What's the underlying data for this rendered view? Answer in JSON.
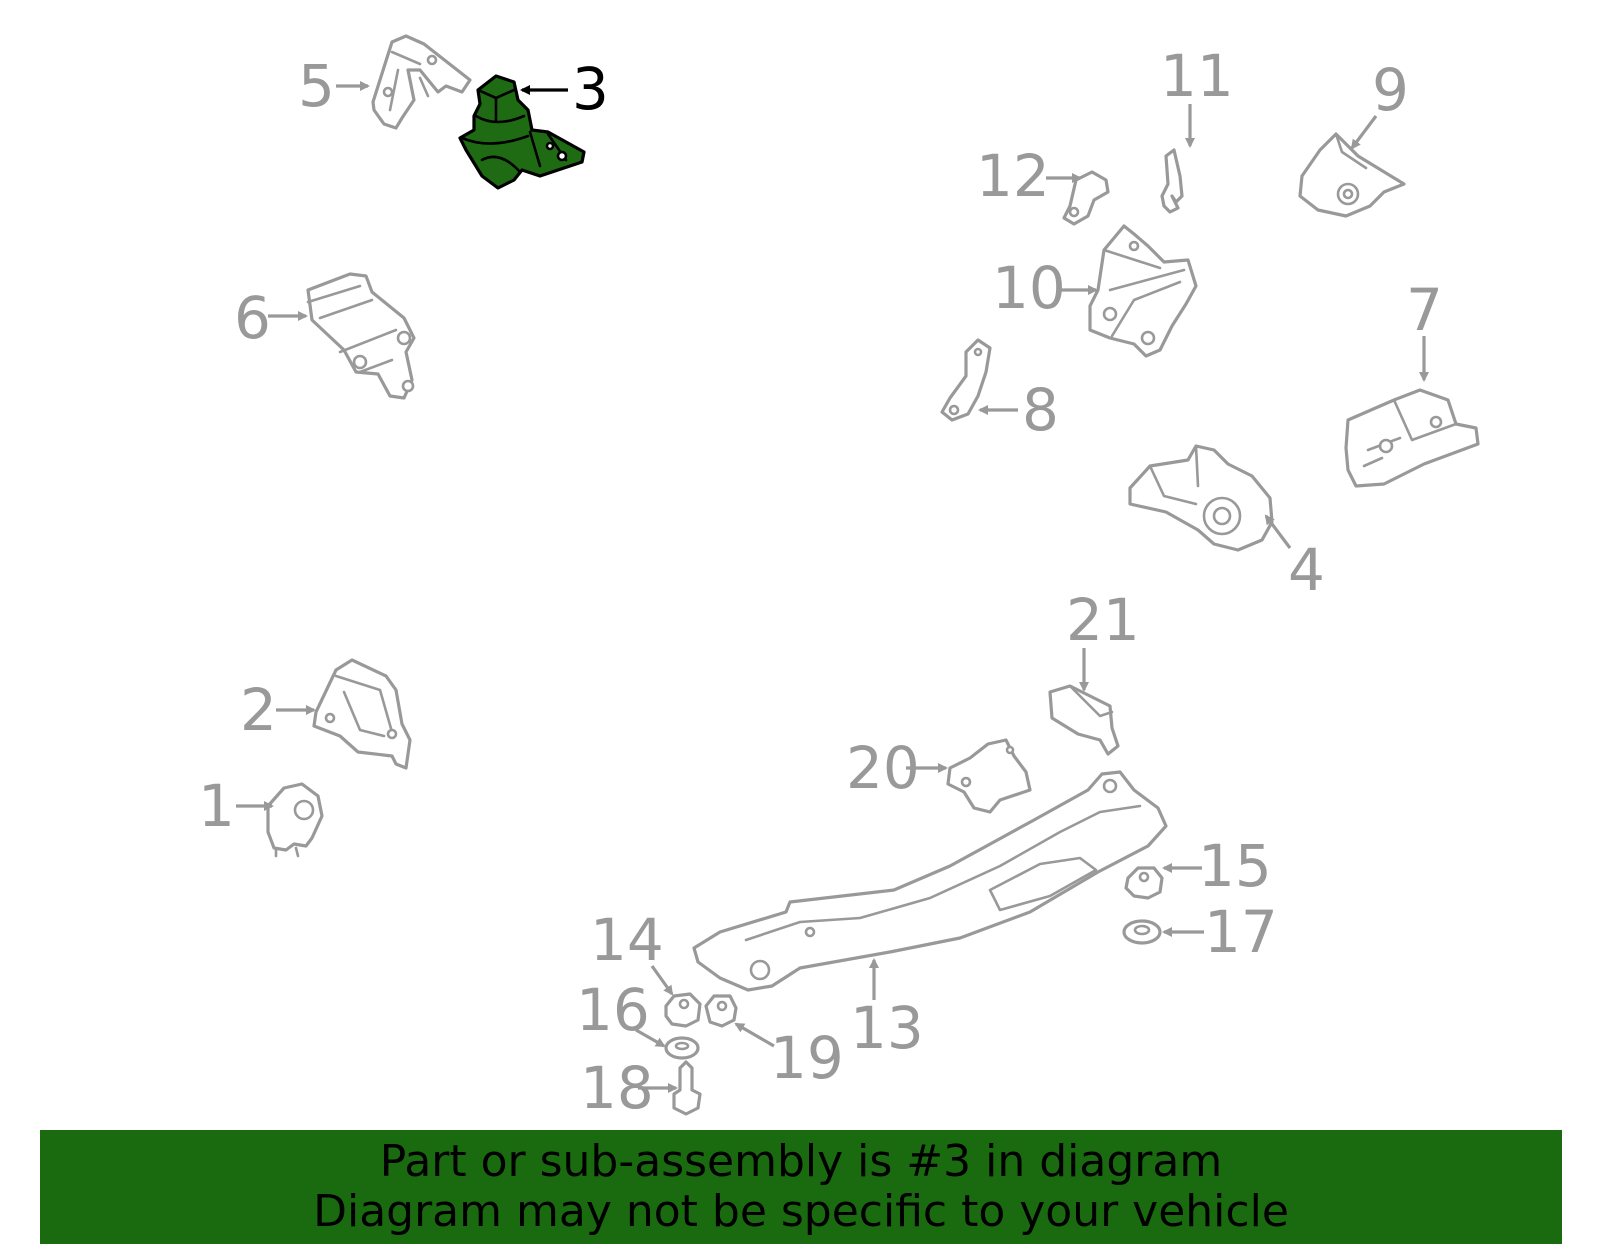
{
  "diagram": {
    "highlight_color": "#1f6b14",
    "part_color": "#999999",
    "callouts": [
      {
        "id": "1",
        "label": "1"
      },
      {
        "id": "2",
        "label": "2"
      },
      {
        "id": "3",
        "label": "3",
        "highlighted": true
      },
      {
        "id": "4",
        "label": "4"
      },
      {
        "id": "5",
        "label": "5"
      },
      {
        "id": "6",
        "label": "6"
      },
      {
        "id": "7",
        "label": "7"
      },
      {
        "id": "8",
        "label": "8"
      },
      {
        "id": "9",
        "label": "9"
      },
      {
        "id": "10",
        "label": "10"
      },
      {
        "id": "11",
        "label": "11"
      },
      {
        "id": "12",
        "label": "12"
      },
      {
        "id": "13",
        "label": "13"
      },
      {
        "id": "14",
        "label": "14"
      },
      {
        "id": "15",
        "label": "15"
      },
      {
        "id": "16",
        "label": "16"
      },
      {
        "id": "17",
        "label": "17"
      },
      {
        "id": "18",
        "label": "18"
      },
      {
        "id": "19",
        "label": "19"
      },
      {
        "id": "20",
        "label": "20"
      },
      {
        "id": "21",
        "label": "21"
      }
    ]
  },
  "banner": {
    "background": "#1a6b10",
    "line1": "Part or sub-assembly is #3 in diagram",
    "line2": "Diagram may not be specific to your vehicle"
  }
}
